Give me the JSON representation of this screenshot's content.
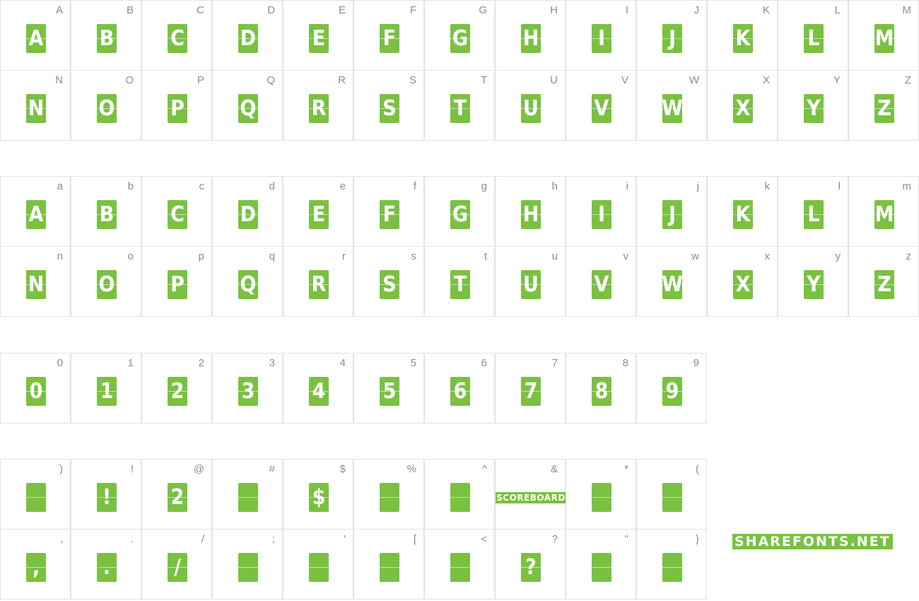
{
  "colors": {
    "tile": "#7ac142",
    "label": "#8c8c8c",
    "border": "#e2e2e2"
  },
  "uppercase": [
    {
      "label": "A",
      "glyph": "A"
    },
    {
      "label": "B",
      "glyph": "B"
    },
    {
      "label": "C",
      "glyph": "C"
    },
    {
      "label": "D",
      "glyph": "D"
    },
    {
      "label": "E",
      "glyph": "E"
    },
    {
      "label": "F",
      "glyph": "F"
    },
    {
      "label": "G",
      "glyph": "G"
    },
    {
      "label": "H",
      "glyph": "H"
    },
    {
      "label": "I",
      "glyph": "I"
    },
    {
      "label": "J",
      "glyph": "J"
    },
    {
      "label": "K",
      "glyph": "K"
    },
    {
      "label": "L",
      "glyph": "L"
    },
    {
      "label": "M",
      "glyph": "M"
    },
    {
      "label": "N",
      "glyph": "N"
    },
    {
      "label": "O",
      "glyph": "O"
    },
    {
      "label": "P",
      "glyph": "P"
    },
    {
      "label": "Q",
      "glyph": "Q"
    },
    {
      "label": "R",
      "glyph": "R"
    },
    {
      "label": "S",
      "glyph": "S"
    },
    {
      "label": "T",
      "glyph": "T"
    },
    {
      "label": "U",
      "glyph": "U"
    },
    {
      "label": "V",
      "glyph": "V"
    },
    {
      "label": "W",
      "glyph": "W"
    },
    {
      "label": "X",
      "glyph": "X"
    },
    {
      "label": "Y",
      "glyph": "Y"
    },
    {
      "label": "Z",
      "glyph": "Z"
    }
  ],
  "lowercase": [
    {
      "label": "a",
      "glyph": "A"
    },
    {
      "label": "b",
      "glyph": "B"
    },
    {
      "label": "c",
      "glyph": "C"
    },
    {
      "label": "d",
      "glyph": "D"
    },
    {
      "label": "e",
      "glyph": "E"
    },
    {
      "label": "f",
      "glyph": "F"
    },
    {
      "label": "g",
      "glyph": "G"
    },
    {
      "label": "h",
      "glyph": "H"
    },
    {
      "label": "i",
      "glyph": "I"
    },
    {
      "label": "j",
      "glyph": "J"
    },
    {
      "label": "k",
      "glyph": "K"
    },
    {
      "label": "l",
      "glyph": "L"
    },
    {
      "label": "m",
      "glyph": "M"
    },
    {
      "label": "n",
      "glyph": "N"
    },
    {
      "label": "o",
      "glyph": "O"
    },
    {
      "label": "p",
      "glyph": "P"
    },
    {
      "label": "q",
      "glyph": "Q"
    },
    {
      "label": "r",
      "glyph": "R"
    },
    {
      "label": "s",
      "glyph": "S"
    },
    {
      "label": "t",
      "glyph": "T"
    },
    {
      "label": "u",
      "glyph": "U"
    },
    {
      "label": "v",
      "glyph": "V"
    },
    {
      "label": "w",
      "glyph": "W"
    },
    {
      "label": "x",
      "glyph": "X"
    },
    {
      "label": "y",
      "glyph": "Y"
    },
    {
      "label": "z",
      "glyph": "Z"
    }
  ],
  "digits": [
    {
      "label": "0",
      "glyph": "0"
    },
    {
      "label": "1",
      "glyph": "1"
    },
    {
      "label": "2",
      "glyph": "2"
    },
    {
      "label": "3",
      "glyph": "3"
    },
    {
      "label": "4",
      "glyph": "4"
    },
    {
      "label": "5",
      "glyph": "5"
    },
    {
      "label": "6",
      "glyph": "6"
    },
    {
      "label": "7",
      "glyph": "7"
    },
    {
      "label": "8",
      "glyph": "8"
    },
    {
      "label": "9",
      "glyph": "9"
    }
  ],
  "symbols": [
    {
      "label": ")",
      "glyph": ""
    },
    {
      "label": "!",
      "glyph": "!"
    },
    {
      "label": "@",
      "glyph": "2"
    },
    {
      "label": "#",
      "glyph": ""
    },
    {
      "label": "$",
      "glyph": "$"
    },
    {
      "label": "%",
      "glyph": ""
    },
    {
      "label": "^",
      "glyph": ""
    },
    {
      "label": "&",
      "glyph": "",
      "special": "SCOREBOARD"
    },
    {
      "label": "*",
      "glyph": ""
    },
    {
      "label": "(",
      "glyph": ""
    },
    {
      "label": ",",
      "glyph": ","
    },
    {
      "label": ".",
      "glyph": "."
    },
    {
      "label": "/",
      "glyph": "/"
    },
    {
      "label": ";",
      "glyph": ""
    },
    {
      "label": "'",
      "glyph": ""
    },
    {
      "label": "[",
      "glyph": ""
    },
    {
      "label": "<",
      "glyph": ""
    },
    {
      "label": "?",
      "glyph": "?"
    },
    {
      "label": "\"",
      "glyph": ""
    },
    {
      "label": "}",
      "glyph": ""
    }
  ],
  "brand": "SHAREFONTS.NET"
}
